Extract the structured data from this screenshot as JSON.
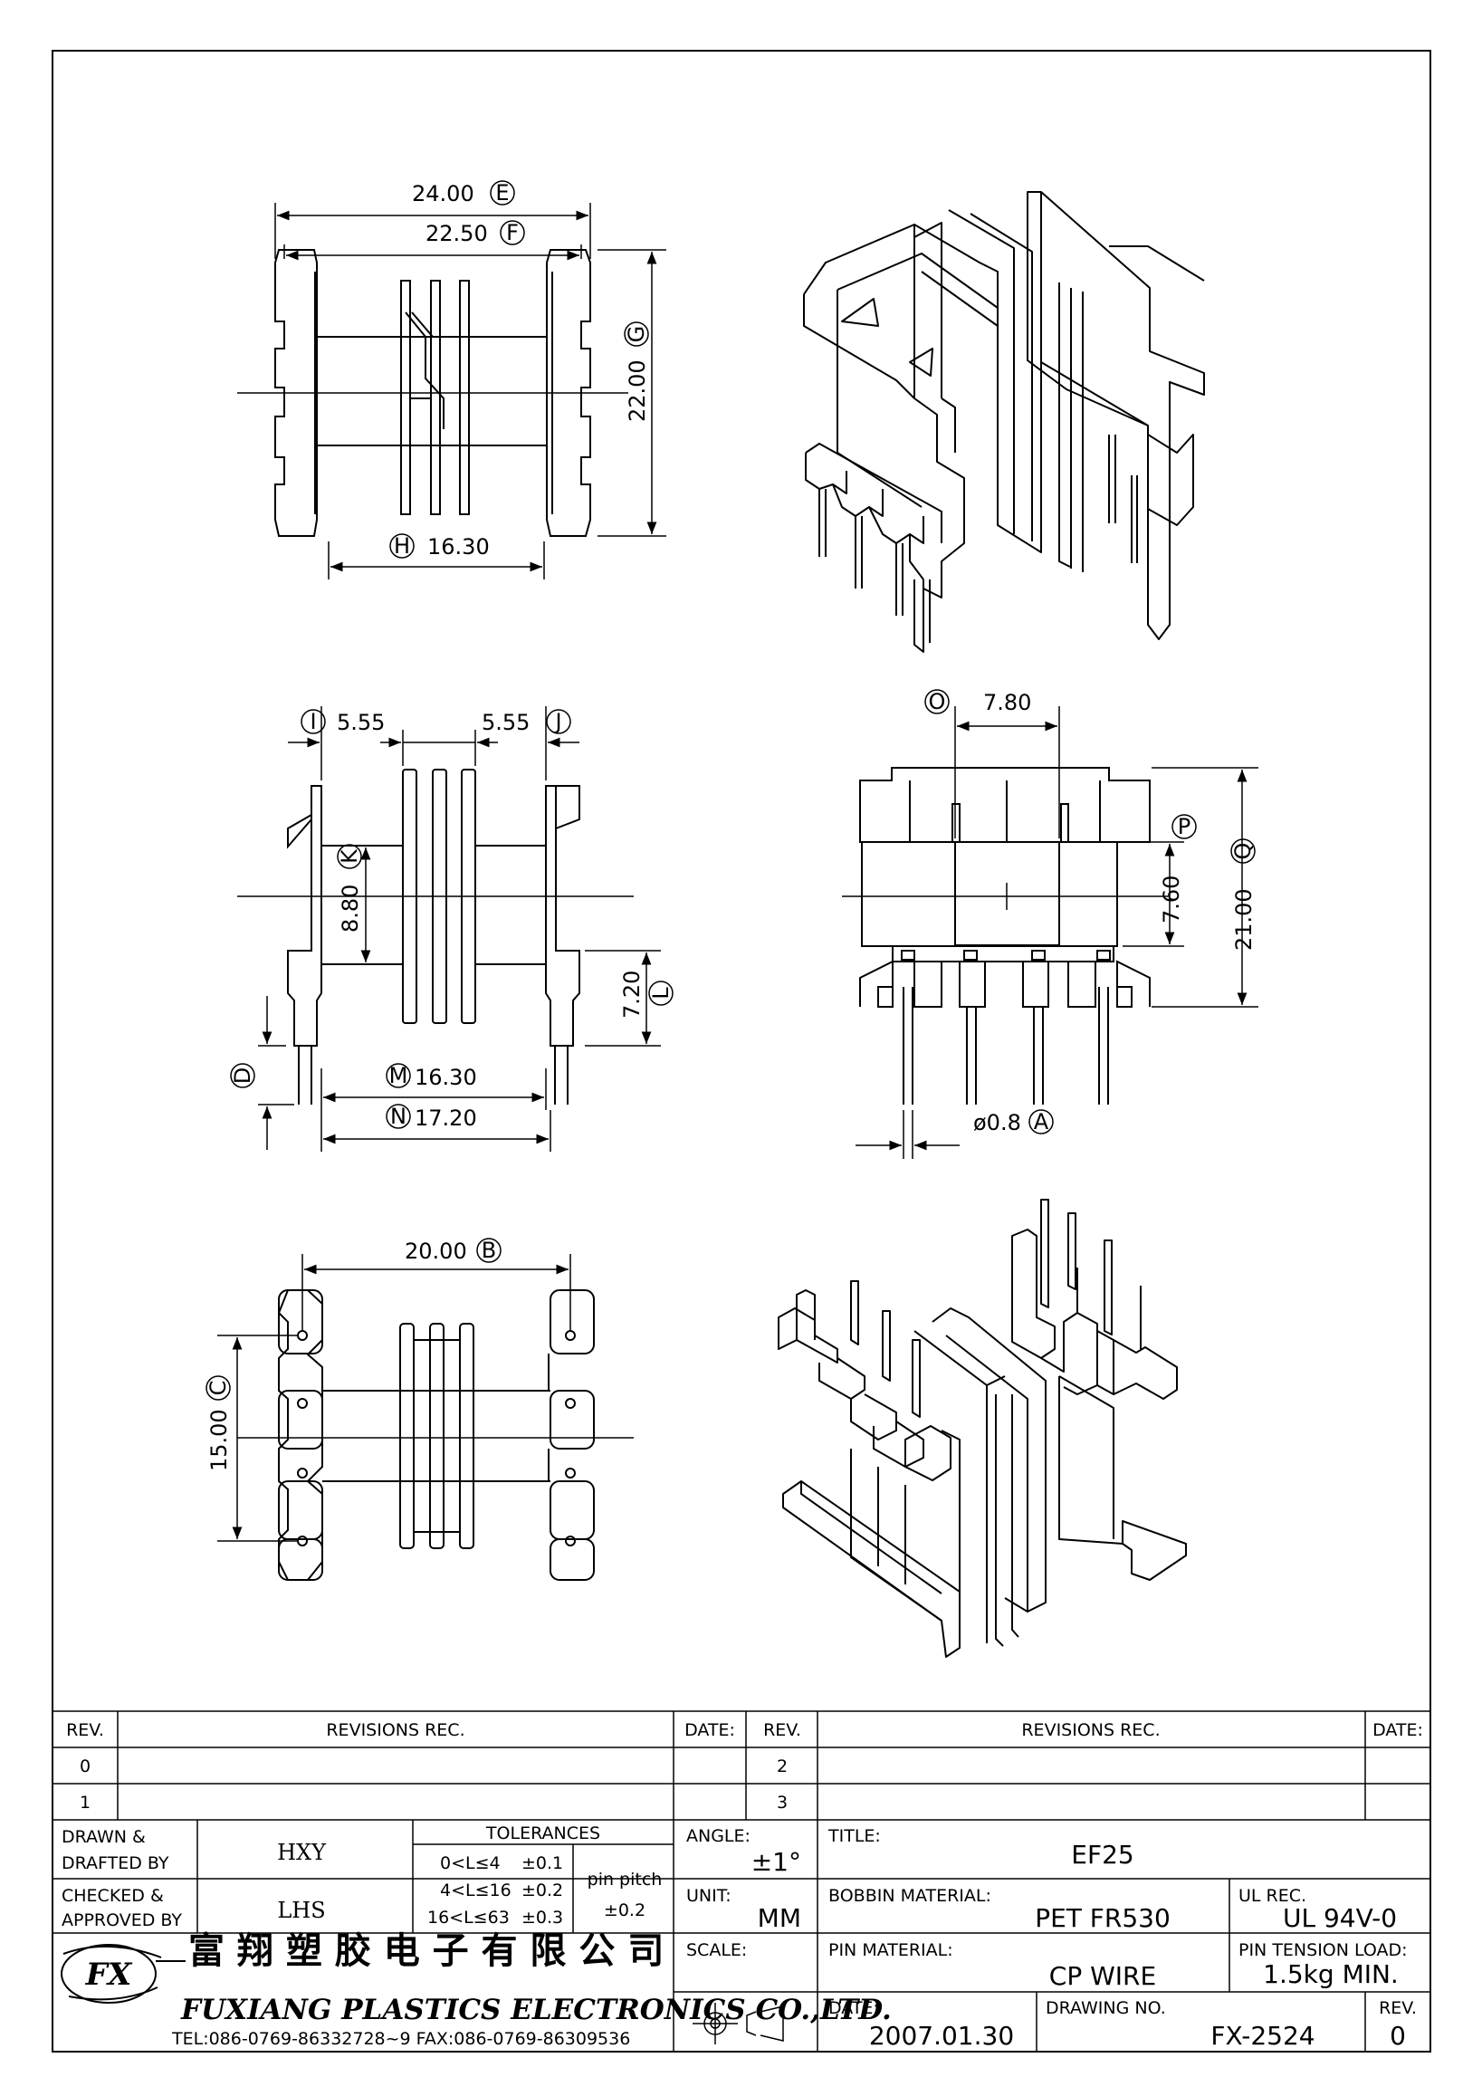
{
  "dimensions": {
    "E": {
      "value": "24.00",
      "label": "E"
    },
    "F": {
      "value": "22.50",
      "label": "F"
    },
    "G": {
      "value": "22.00",
      "label": "G"
    },
    "H": {
      "value": "16.30",
      "label": "H"
    },
    "I": {
      "value": "5.55",
      "label": "I"
    },
    "J": {
      "value": "5.55",
      "label": "J"
    },
    "K": {
      "value": "8.80",
      "label": "K"
    },
    "L": {
      "value": "7.20",
      "label": "L"
    },
    "M": {
      "value": "16.30",
      "label": "M"
    },
    "N": {
      "value": "17.20",
      "label": "N"
    },
    "O": {
      "value": "7.80",
      "label": "O"
    },
    "P": {
      "value": "7.60",
      "label": "P"
    },
    "Q": {
      "value": "21.00",
      "label": "Q"
    },
    "A": {
      "value": "ø0.8",
      "label": "A"
    },
    "B": {
      "value": "20.00",
      "label": "B"
    },
    "C": {
      "value": "15.00",
      "label": "C"
    },
    "D": {
      "label": "D"
    }
  },
  "revisions": {
    "rev_header": "REV.",
    "rec_header": "REVISIONS   REC.",
    "date_header": "DATE:",
    "left_revs": [
      "0",
      "1"
    ],
    "right_revs": [
      "2",
      "3"
    ]
  },
  "title_block": {
    "drawn_label_1": "DRAWN  &",
    "drawn_label_2": "DRAFTED BY",
    "drawn_value": "HXY",
    "checked_label_1": "CHECKED  &",
    "checked_label_2": "APPROVED BY",
    "checked_value": "LHS",
    "tolerances_label": "TOLERANCES",
    "tol_rows": [
      {
        "range": "0<L≤4",
        "tol": "±0.1"
      },
      {
        "range": "4<L≤16",
        "tol": "±0.2"
      },
      {
        "range": "16<L≤63",
        "tol": "±0.3"
      }
    ],
    "pin_pitch_label": "pin  pitch",
    "pin_pitch_value": "±0.2",
    "angle_label": "ANGLE:",
    "angle_value": "±1°",
    "unit_label": "UNIT:",
    "unit_value": "MM",
    "scale_label": "SCALE:",
    "title_label": "TITLE:",
    "title_value": "EF25",
    "bobbin_label": "BOBBIN  MATERIAL:",
    "bobbin_value": "PET  FR530",
    "ul_label": "UL  REC.",
    "ul_value": "UL  94V-0",
    "pin_mat_label": "PIN  MATERIAL:",
    "pin_mat_value": "CP  WIRE",
    "tension_label": "PIN  TENSION  LOAD:",
    "tension_value": "1.5kg  MIN.",
    "date_label": "DATE:",
    "date_value": "2007.01.30",
    "drawing_no_label": "DRAWING  NO.",
    "drawing_no_value": "FX-2524",
    "rev_label": "REV.",
    "rev_value": "0"
  },
  "company": {
    "logo_letters": "FX",
    "name_cn": "富 翔 塑 胶 电 子 有 限 公 司",
    "name_en": "FUXIANG  PLASTICS  ELECTRONICS  CO.,LTD.",
    "contact": "TEL:086-0769-86332728~9   FAX:086-0769-86309536"
  }
}
